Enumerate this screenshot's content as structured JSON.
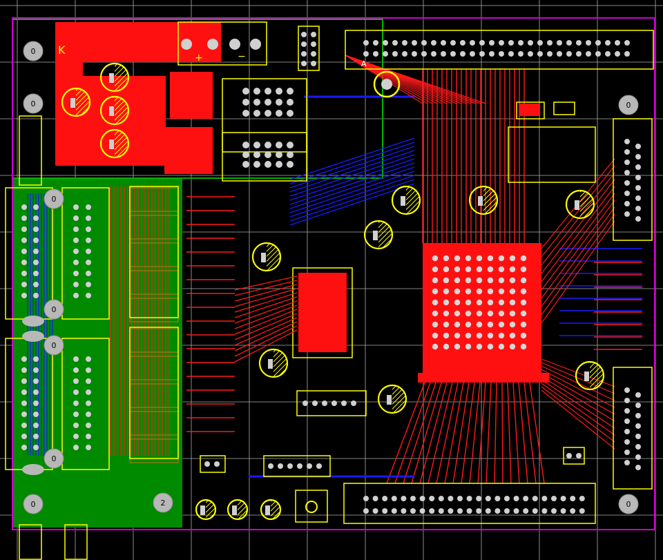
{
  "colors": {
    "background": "#000000",
    "grid": "#d8d8d8",
    "board_outline": "#d000d0",
    "top_copper": "#ff0000",
    "bottom_copper": "#0000ff",
    "silkscreen": "#ffff00",
    "ground_plane": "#008000",
    "outline_green": "#00b000",
    "pad": "#c8c8c8",
    "mask": "#8a7a10"
  },
  "labels": {
    "hole_count_0": "0",
    "hole_count_2": "2",
    "diode_k": "K",
    "plus": "+",
    "minus": "−",
    "a": "A"
  }
}
